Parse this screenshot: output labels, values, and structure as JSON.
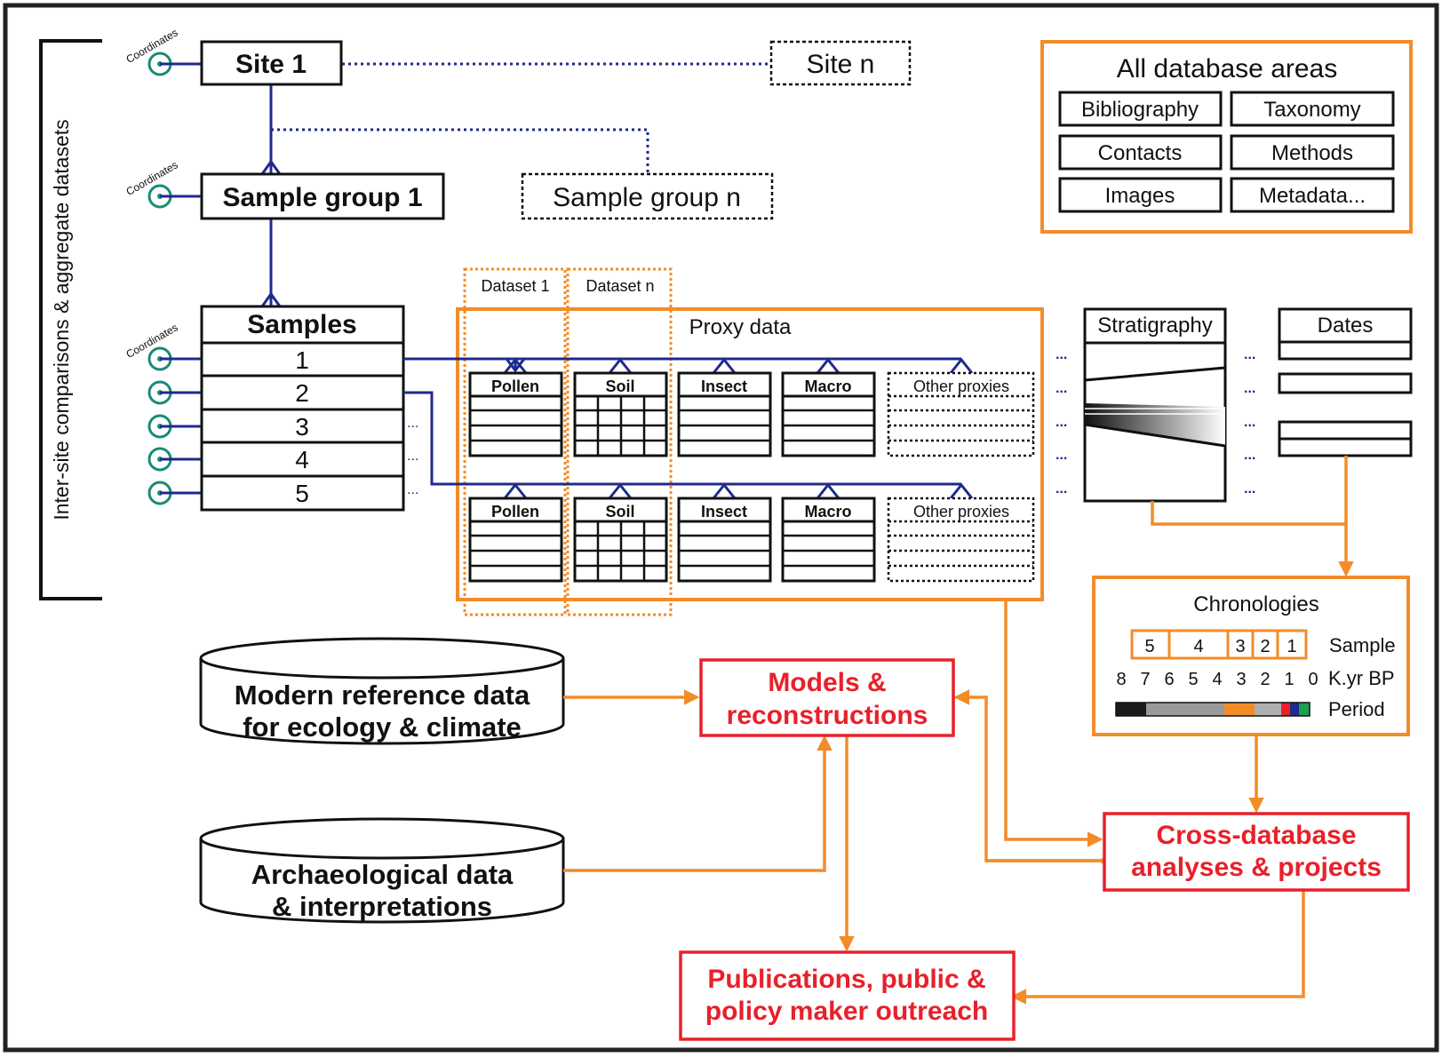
{
  "side_label": "Inter-site comparisons & aggregate datasets",
  "coord_label": "Coordinates",
  "site1": "Site 1",
  "siten": "Site n",
  "group1": "Sample group 1",
  "groupn": "Sample group n",
  "samples": {
    "title": "Samples",
    "rows": [
      "1",
      "2",
      "3",
      "4",
      "5"
    ]
  },
  "ellipsis": "...",
  "db_areas": {
    "title": "All database areas",
    "items": [
      "Bibliography",
      "Taxonomy",
      "Contacts",
      "Methods",
      "Images",
      "Metadata..."
    ]
  },
  "dataset1": "Dataset 1",
  "datasetn": "Dataset n",
  "proxy_title": "Proxy data",
  "proxies": [
    "Pollen",
    "Soil",
    "Insect",
    "Macro",
    "Other proxies"
  ],
  "stratigraphy": "Stratigraphy",
  "dates": "Dates",
  "chronologies": {
    "title": "Chronologies",
    "sample_cells": [
      "5",
      "4",
      "3",
      "2",
      "1"
    ],
    "sample_label": "Sample",
    "ages": [
      "8",
      "7",
      "6",
      "5",
      "4",
      "3",
      "2",
      "1",
      "0"
    ],
    "age_label": "K.yr BP",
    "period_label": "Period"
  },
  "modern": [
    "Modern reference data",
    "for ecology & climate"
  ],
  "archaeo": [
    "Archaeological data",
    "& interpretations"
  ],
  "models": [
    "Models &",
    "reconstructions"
  ],
  "cross": [
    "Cross-database",
    "analyses & projects"
  ],
  "publications": [
    "Publications, public &",
    "policy maker outreach"
  ],
  "colors": {
    "blue": "#1e2a8c",
    "orange": "#f28c28",
    "red": "#e8202a",
    "teal": "#1a8a7a"
  }
}
